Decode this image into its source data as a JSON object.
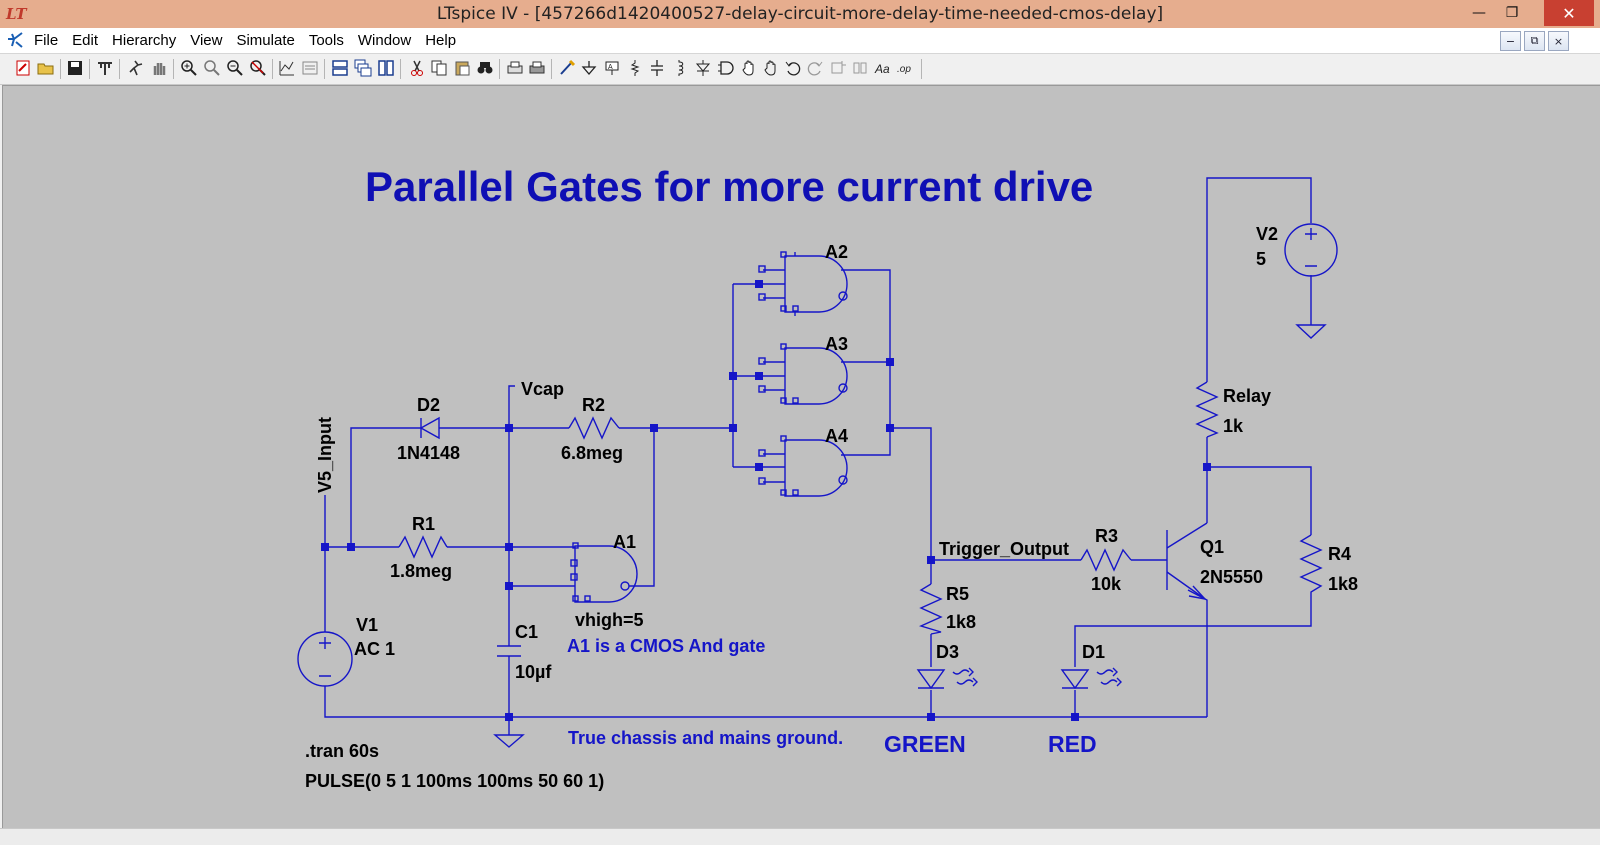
{
  "window": {
    "title": "LTspice IV - [457266d1420400527-delay-circuit-more-delay-time-needed-cmos-delay]",
    "app_icon": "ltspice-logo",
    "min_glyph": "—",
    "max_glyph": "❐",
    "close_glyph": "✕"
  },
  "menu": {
    "items": [
      "File",
      "Edit",
      "Hierarchy",
      "View",
      "Simulate",
      "Tools",
      "Window",
      "Help"
    ]
  },
  "mdi_controls": [
    "−",
    "⧉",
    "×"
  ],
  "toolbar": {
    "icons": [
      "new-schematic-icon",
      "open-icon",
      "save-icon",
      "control-panel-icon",
      "run-icon",
      "halt-icon",
      "zoom-in-icon",
      "zoom-pan-icon",
      "zoom-out-icon",
      "zoom-cancel-icon",
      "autorange-icon",
      "plot-settings-icon",
      "tile-horizontal-icon",
      "cascade-icon",
      "tile-vertical-icon",
      "cut-icon",
      "copy-icon",
      "paste-icon",
      "find-icon",
      "print-preview-icon",
      "print-icon",
      "wire-icon",
      "ground-icon",
      "label-net-icon",
      "resistor-icon",
      "capacitor-icon",
      "inductor-icon",
      "diode-icon",
      "component-icon",
      "move-icon",
      "drag-icon",
      "undo-icon",
      "redo-icon",
      "rotate-icon",
      "mirror-icon",
      "text-icon",
      "spice-directive-icon"
    ]
  },
  "schematic": {
    "colors": {
      "wire": "#1515c8",
      "text": "#000000",
      "note": "#1515c8",
      "title": "#0f0fb4",
      "background": "#c0c0c0"
    },
    "title": "Parallel Gates for more current drive",
    "labels": {
      "v2_name": "V2",
      "v2_value": "5",
      "a2": "A2",
      "a3": "A3",
      "a4": "A4",
      "a1": "A1",
      "relay_name": "Relay",
      "relay_value": "1k",
      "vcap": "Vcap",
      "d2_name": "D2",
      "d2_value": "1N4148",
      "r2_name": "R2",
      "r2_value": "6.8meg",
      "v5_input": "V5_Input",
      "r1_name": "R1",
      "r1_value": "1.8meg",
      "trigger_output": "Trigger_Output",
      "r3_name": "R3",
      "r3_value": "10k",
      "q1_name": "Q1",
      "q1_value": "2N5550",
      "r4_name": "R4",
      "r4_value": "1k8",
      "r5_name": "R5",
      "r5_value": "1k8",
      "vhigh": "vhigh=5",
      "v1_name": "V1",
      "v1_value": "AC 1",
      "c1_name": "C1",
      "c1_value": "10µf",
      "d3": "D3",
      "d1": "D1",
      "tran": ".tran 60s",
      "pulse": "PULSE(0 5 1 100ms 100ms 50 60 1)"
    },
    "notes": {
      "a1_note": "A1 is a CMOS And gate",
      "ground_note": "True chassis and mains ground.",
      "green": "GREEN",
      "red": "RED"
    }
  }
}
